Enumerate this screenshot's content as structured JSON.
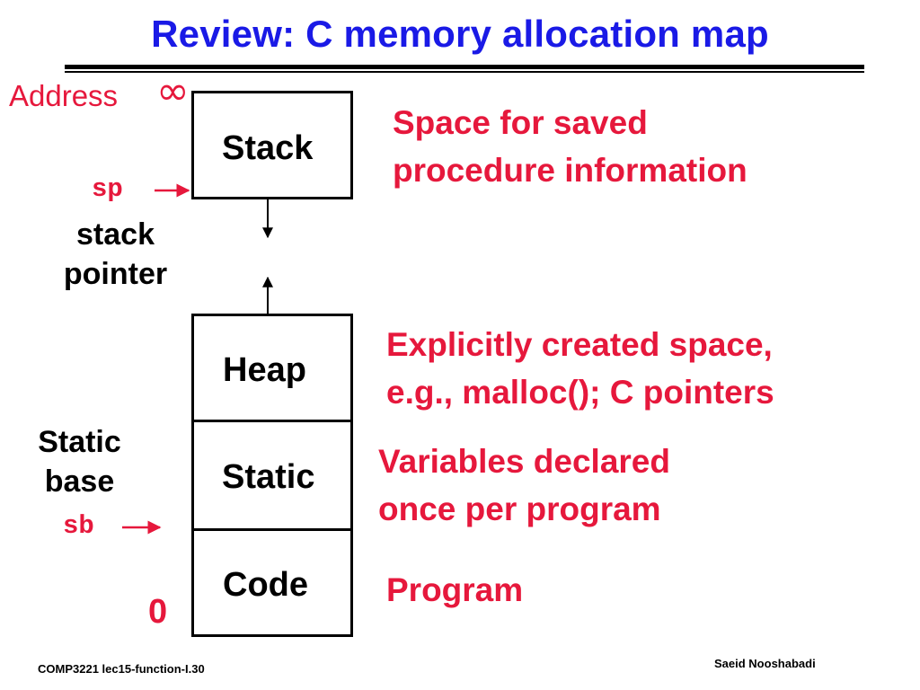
{
  "title": "Review: C memory allocation map",
  "address": {
    "label": "Address",
    "infinity": "∞",
    "zero": "0"
  },
  "segments": {
    "stack": "Stack",
    "heap": "Heap",
    "static": "Static",
    "code": "Code"
  },
  "pointers": {
    "sp": "sp",
    "sp_desc_line1": "stack",
    "sp_desc_line2": "pointer",
    "sb": "sb",
    "sb_desc_line1": "Static",
    "sb_desc_line2": "base"
  },
  "descriptions": {
    "stack_line1": "Space for saved",
    "stack_line2": "procedure information",
    "heap_line1": "Explicitly created space,",
    "heap_line2": "e.g., malloc(); C pointers",
    "static_line1": "Variables declared",
    "static_line2": "once per program",
    "code_line1": "Program"
  },
  "footer": {
    "left": "COMP3221  lec15-function-I.30",
    "right": "Saeid Nooshabadi"
  },
  "colors": {
    "title": "#1a1ae6",
    "accent": "#e6183c",
    "ink": "#000000"
  }
}
